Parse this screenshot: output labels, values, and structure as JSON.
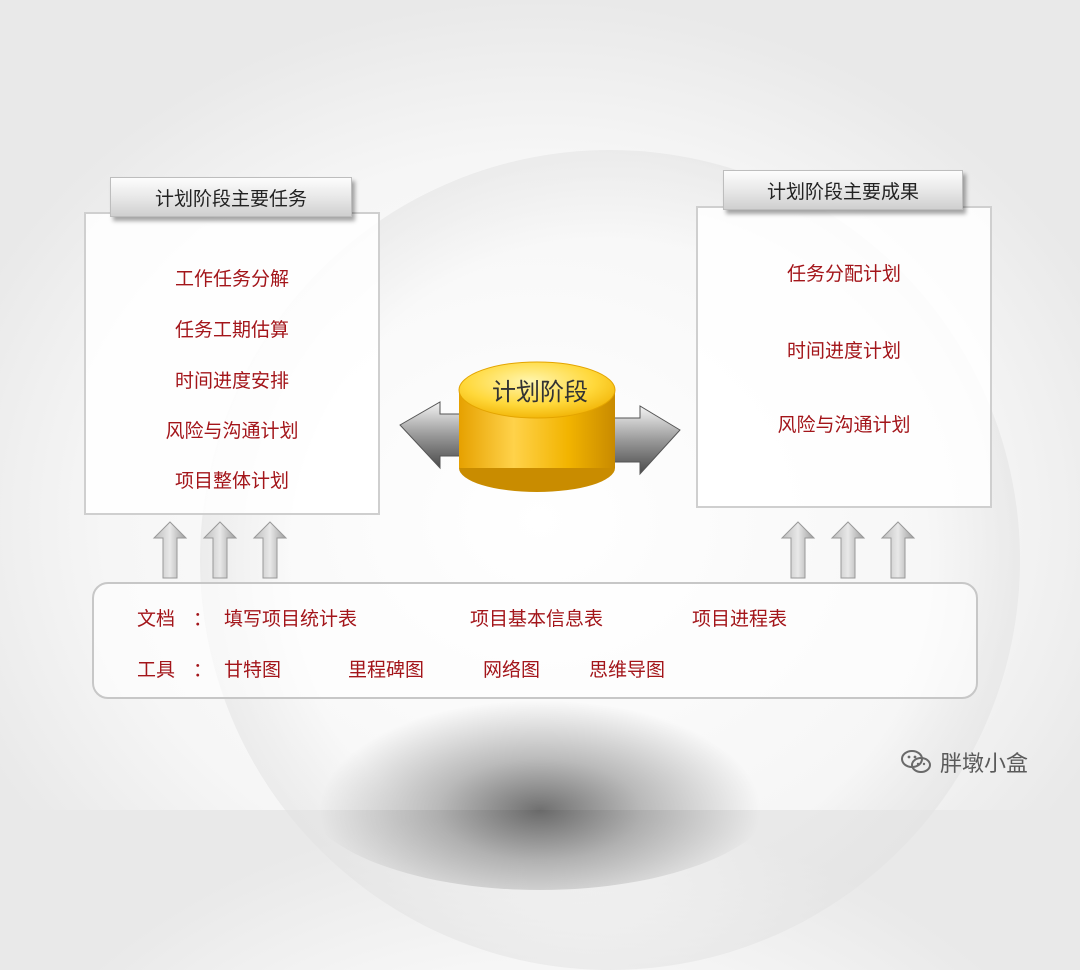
{
  "left_panel": {
    "title": "计划阶段主要任务",
    "items": [
      "工作任务分解",
      "任务工期估算",
      "时间进度安排",
      "风险与沟通计划",
      "项目整体计划"
    ]
  },
  "right_panel": {
    "title": "计划阶段主要成果",
    "items": [
      "任务分配计划",
      "时间进度计划",
      "风险与沟通计划"
    ]
  },
  "center": {
    "label": "计划阶段"
  },
  "bottom": {
    "docs_label": "文档",
    "colon": "：",
    "docs": [
      "填写项目统计表",
      "项目基本信息表",
      "项目进程表"
    ],
    "tools_label": "工具",
    "tools": [
      "甘特图",
      "里程碑图",
      "网络图",
      "思维导图"
    ]
  },
  "watermark": {
    "text": "胖墩小盒",
    "icon": "wechat-icon"
  },
  "colors": {
    "accent_red": "#a3151a",
    "coin_gold": "#f2b400"
  }
}
